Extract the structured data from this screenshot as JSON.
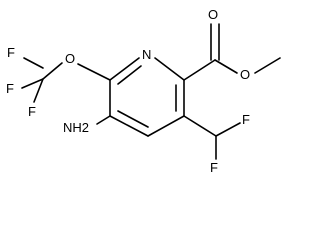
{
  "diagram": {
    "type": "chemical-structure",
    "colors": {
      "background": "#ffffff",
      "ink": "#000000"
    },
    "atoms": {
      "f1": "F",
      "f2": "F",
      "f3": "F",
      "o_ether": "O",
      "n_ring": "N",
      "o_carbonyl": "O",
      "o_ester": "O",
      "nh2": "NH2",
      "f4": "F",
      "f5": "F"
    }
  }
}
